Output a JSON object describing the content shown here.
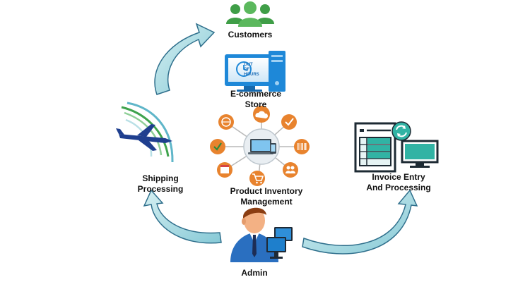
{
  "diagram": {
    "nodes": {
      "customers": {
        "label": "Customers",
        "icon": "customers-group-icon"
      },
      "store": {
        "label_line1": "E-commerce",
        "label_line2": "Store",
        "icon": "desktop-computer-icon",
        "badge_line1": "OUT",
        "badge_line2": "OF",
        "badge_line3": "HOURS"
      },
      "shipping": {
        "label_line1": "Shipping",
        "label_line2": "Processing",
        "icon": "airplane-icon"
      },
      "inventory": {
        "label_line1": "Product Inventory",
        "label_line2": "Management",
        "icon": "multi-device-hub-icon"
      },
      "invoice": {
        "label_line1": "Invoice Entry",
        "label_line2": "And Processing",
        "icon": "invoice-document-icon"
      },
      "admin": {
        "label": "Admin",
        "icon": "admin-person-icon"
      }
    },
    "colors": {
      "arrow_fill": "#a9dde3",
      "arrow_stroke": "#2f6f8c",
      "customers_green": "#5bb85d",
      "monitor_blue": "#1e88d8",
      "hub_orange": "#e8832e",
      "admin_shirt": "#2a6fc0",
      "admin_skin": "#f3b184"
    }
  }
}
